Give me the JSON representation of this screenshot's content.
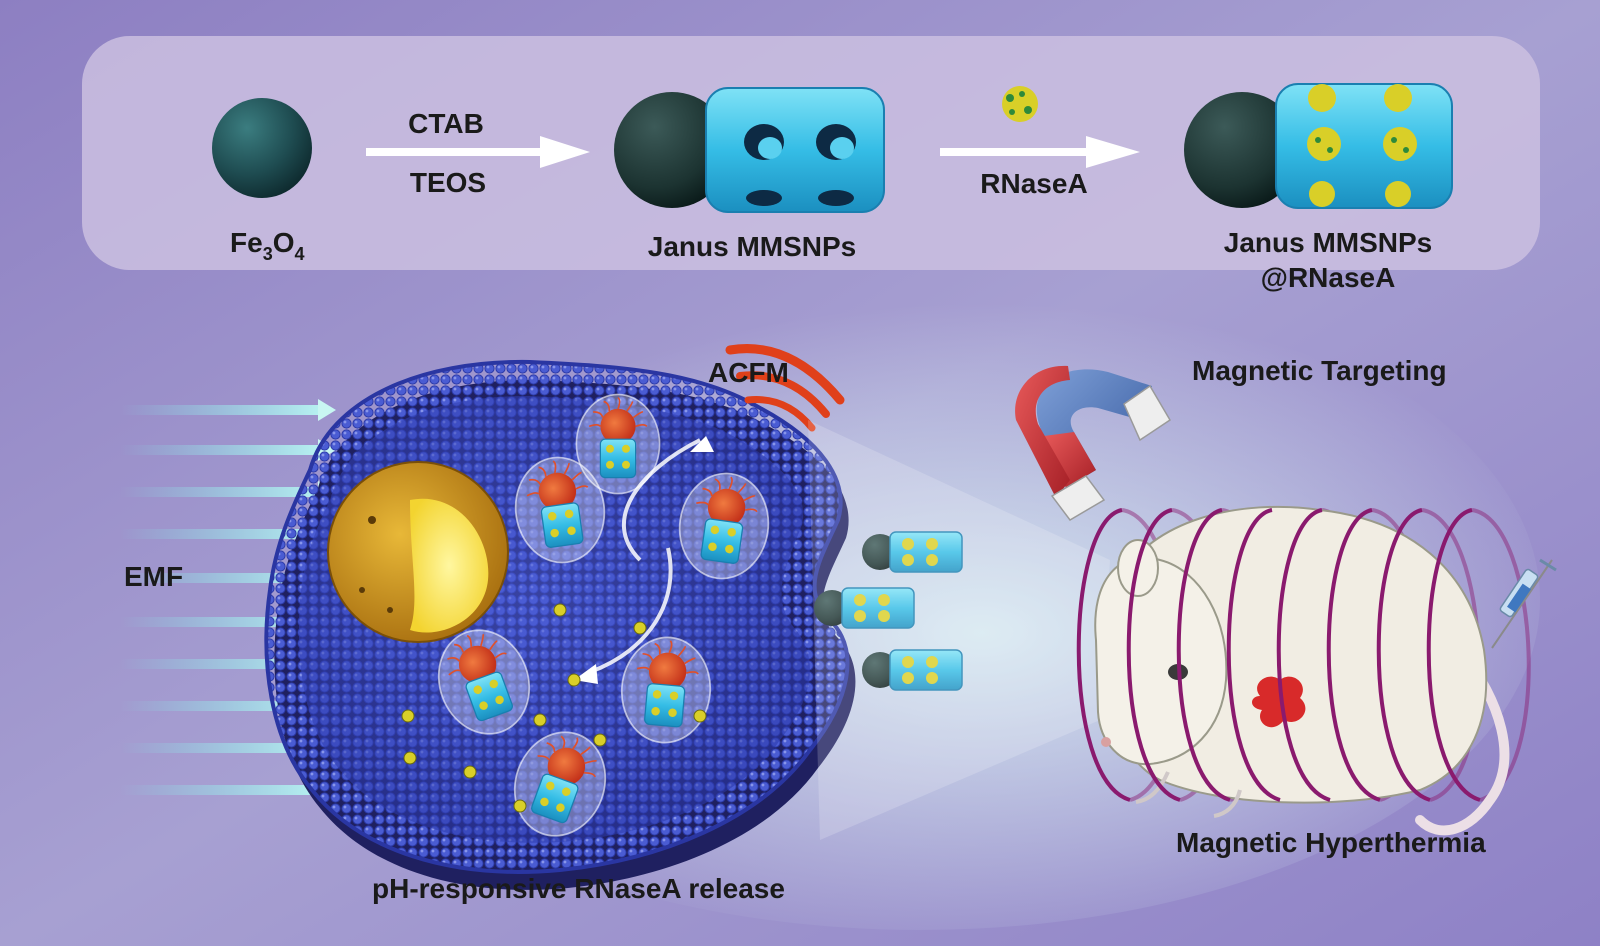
{
  "synthesis": {
    "core_label_main": "Fe",
    "core_label_sub1": "3",
    "core_label_mid": "O",
    "core_label_sub2": "4",
    "step1_reagent_top": "CTAB",
    "step1_reagent_bottom": "TEOS",
    "janus_label": "Janus MMSNPs",
    "step2_reagent": "RNaseA",
    "loaded_label_line1": "Janus MMSNPs",
    "loaded_label_line2": "@RNaseA"
  },
  "cell": {
    "emf_label": "EMF",
    "acfm_label": "ACFM",
    "release_label": "pH-responsive RNaseA release"
  },
  "mouse": {
    "targeting_label": "Magnetic Targeting",
    "hyperthermia_label": "Magnetic Hyperthermia"
  },
  "colors": {
    "background": "#9b8ec9",
    "panel": "#c9bedd",
    "membrane": "#3f4fc8",
    "silica": "#3ec3e6",
    "core": "#1f4a4a",
    "enzyme": "#d8d020",
    "field_arc": "#e0401a",
    "coil": "#8a1a6e",
    "nucleus": "#e0a020"
  }
}
